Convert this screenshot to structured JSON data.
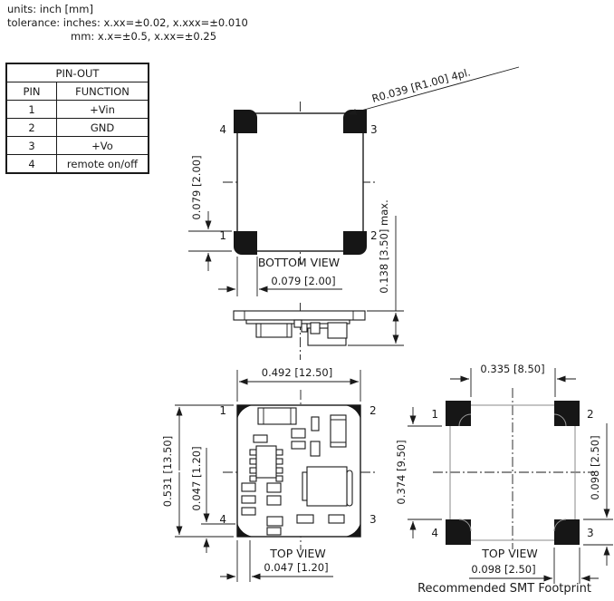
{
  "header_notes": {
    "units": "units: inch [mm]",
    "tolerance_inches": "tolerance: inches: x.xx=±0.02, x.xxx=±0.010",
    "tolerance_mm": "mm: x.x=±0.5, x.xx=±0.25"
  },
  "pinout_table": {
    "title": "PIN-OUT",
    "columns": [
      "PIN",
      "FUNCTION"
    ],
    "rows": [
      {
        "pin": "1",
        "function": "+Vin"
      },
      {
        "pin": "2",
        "function": "GND"
      },
      {
        "pin": "3",
        "function": "+Vo"
      },
      {
        "pin": "4",
        "function": "remote on/off"
      }
    ]
  },
  "bottom_view": {
    "label": "BOTTOM VIEW",
    "pins": {
      "tl": "4",
      "tr": "3",
      "bl": "1",
      "br": "2"
    },
    "dims": {
      "pad_height": "0.079 [2.00]",
      "pad_width": "0.079 [2.00]",
      "max_height": "0.138 [3.50] max.",
      "corner_radius": "R0.039 [R1.00]  4pl."
    }
  },
  "top_view": {
    "label": "TOP VIEW",
    "pins": {
      "tl": "1",
      "tr": "2",
      "bl": "4",
      "br": "3"
    },
    "dims": {
      "width": "0.492 [12.50]",
      "height": "0.531 [13.50]",
      "pad_height": "0.047 [1.20]",
      "pad_width": "0.047 [1.20]"
    }
  },
  "footprint": {
    "label": "TOP VIEW",
    "caption": "Recommended SMT Footprint",
    "pins": {
      "tl": "1",
      "tr": "2",
      "bl": "4",
      "br": "3"
    },
    "dims": {
      "pad_pitch_x": "0.335 [8.50]",
      "pad_pitch_y": "0.374 [9.50]",
      "pad_height": "0.098 [2.50]",
      "pad_width": "0.098 [2.50]"
    }
  },
  "colors": {
    "ink": "#1a1a1a",
    "pad_fill": "#161616",
    "package_overlay_gray": "#8a8a8a"
  }
}
